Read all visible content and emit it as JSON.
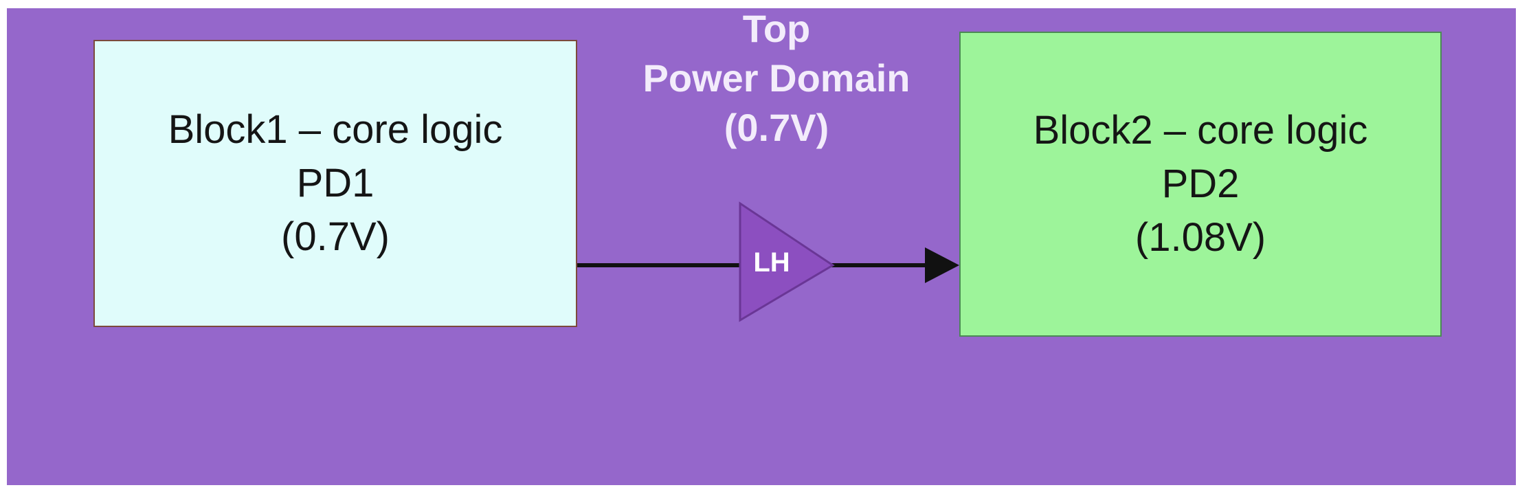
{
  "top_domain": {
    "title_lines": [
      "Top",
      "Power Domain",
      "(0.7V)"
    ]
  },
  "block1": {
    "lines": [
      "Block1 – core logic",
      "PD1",
      "(0.7V)"
    ]
  },
  "block2": {
    "lines": [
      "Block2 – core logic",
      "PD2",
      "(1.08V)"
    ]
  },
  "level_shifter": {
    "label": "LH"
  },
  "colors": {
    "top_domain": "#9567cb",
    "block1": "#e0fcfb",
    "block2": "#9df49a",
    "level_shifter": "#8c4fc0"
  }
}
